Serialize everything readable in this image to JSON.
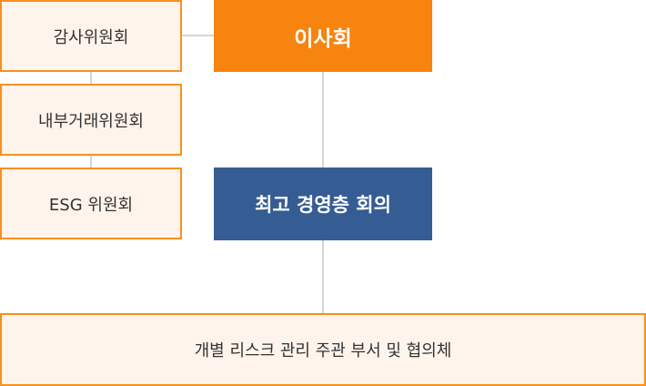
{
  "committees": [
    {
      "label": "감사위원회"
    },
    {
      "label": "내부거래위원회"
    },
    {
      "label": "ESG 위원회"
    }
  ],
  "board": {
    "label": "이사회"
  },
  "executive_meeting": {
    "label": "최고 경영층 회의"
  },
  "departments": {
    "label": "개별 리스크 관리 주관 부서 및 협의체"
  },
  "colors": {
    "orange": "#f7840f",
    "outline": "#f7901e",
    "outline_fill": "#fff4ec",
    "navy": "#365d93",
    "connector": "#d6d6d6"
  }
}
